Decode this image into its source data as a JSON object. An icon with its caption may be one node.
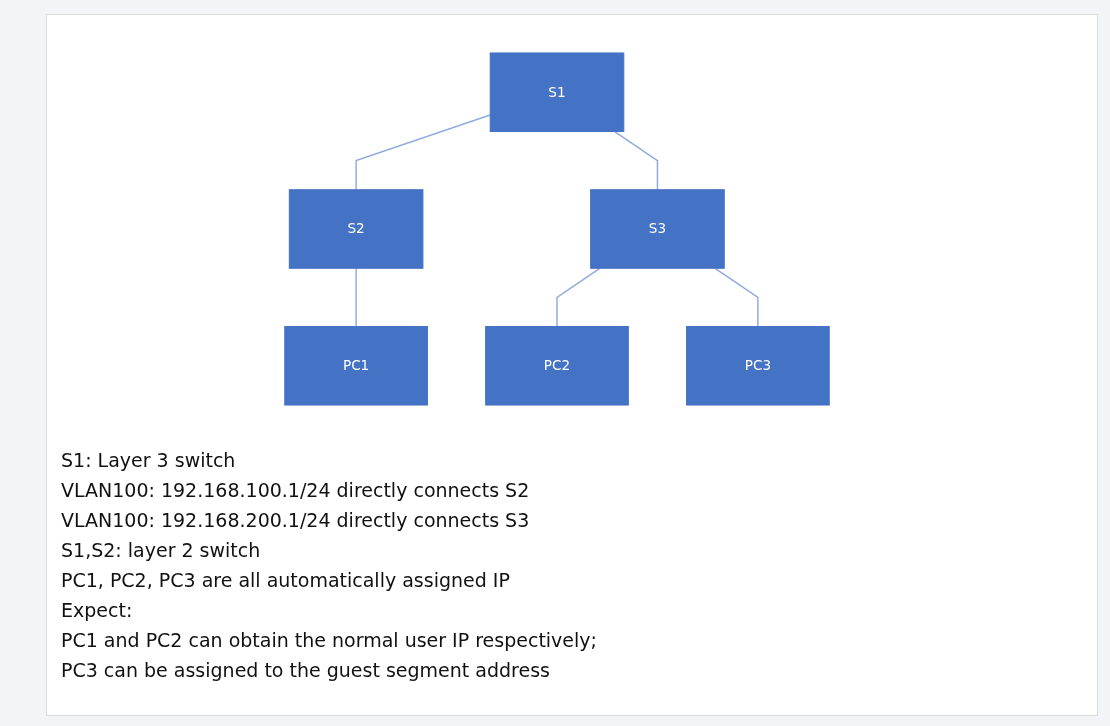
{
  "diagram": {
    "nodes": [
      {
        "text": [
          "S1"
        ]
      },
      {
        "text": [
          "S2"
        ]
      },
      {
        "text": [
          "S3"
        ]
      },
      {
        "text": [
          "PC1"
        ]
      },
      {
        "text": [
          "PC2"
        ]
      },
      {
        "text": [
          "PC3"
        ]
      }
    ],
    "edges": [
      {
        "from": 0,
        "to": 1,
        "arrow": "none"
      },
      {
        "from": 0,
        "to": 2,
        "arrow": "none"
      },
      {
        "from": 1,
        "to": 3,
        "arrow": "none"
      },
      {
        "from": 2,
        "to": 4,
        "arrow": "none"
      },
      {
        "from": 2,
        "to": 5,
        "arrow": "none"
      }
    ],
    "labels": [
      "S1: Layer 3 switch",
      "VLAN100: 192.168.100.1/24 directly connects S2",
      "VLAN100: 192.168.200.1/24 directly connects S3",
      "S1,S2: layer 2 switch",
      "PC1, PC2, PC3 are all automatically assigned IP",
      "Expect:",
      "PC1 and PC2 can obtain the normal user IP respectively;",
      "PC3 can be assigned to the guest segment address"
    ]
  }
}
